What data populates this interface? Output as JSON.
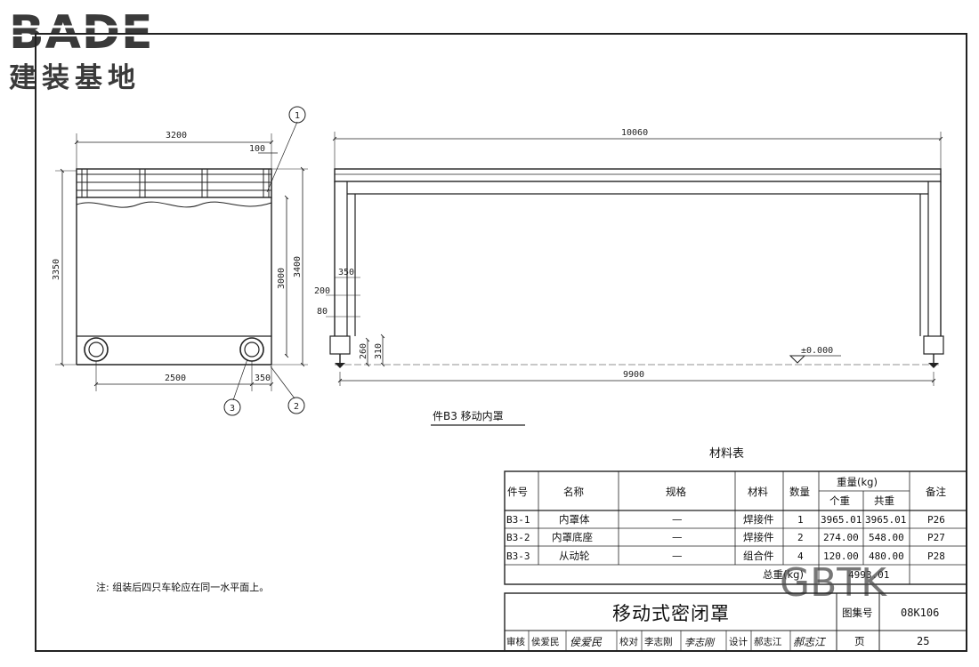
{
  "logo": {
    "latin": "BADE",
    "chinese": "建装基地",
    "color": "#3a3a3a"
  },
  "watermark": "GBTK",
  "drawing": {
    "caption": "件B3 移动内罩",
    "note": "注: 组装后四只车轮应在同一水平面上。",
    "elevation_label": "±0.000",
    "balloons": [
      "1",
      "2",
      "3"
    ],
    "side_view_dims": {
      "top_width": "3200",
      "top_offset": "100",
      "height_outer": "3350",
      "height_inner": "3000",
      "height_right": "3400",
      "bottom_span": "2500",
      "bottom_offset": "350"
    },
    "front_view_dims": {
      "total_length": "10060",
      "wheel_span": "9900",
      "d350": "350",
      "d200": "200",
      "d80": "80",
      "d260": "260",
      "d310": "310"
    }
  },
  "materials": {
    "title": "材料表",
    "headers": {
      "part_no": "件号",
      "name": "名称",
      "spec": "规格",
      "material": "材料",
      "qty": "数量",
      "weight": "重量(kg)",
      "unit": "个重",
      "total": "共重",
      "remark": "备注"
    },
    "rows": [
      {
        "part_no": "B3-1",
        "name": "内罩体",
        "spec": "—",
        "material": "焊接件",
        "qty": "1",
        "unit": "3965.01",
        "total": "3965.01",
        "remark": "P26"
      },
      {
        "part_no": "B3-2",
        "name": "内罩底座",
        "spec": "—",
        "material": "焊接件",
        "qty": "2",
        "unit": "274.00",
        "total": "548.00",
        "remark": "P27"
      },
      {
        "part_no": "B3-3",
        "name": "从动轮",
        "spec": "—",
        "material": "组合件",
        "qty": "4",
        "unit": "120.00",
        "total": "480.00",
        "remark": "P28"
      }
    ],
    "total_label": "总重(kg)",
    "total_value": "4993.01"
  },
  "title_block": {
    "title": "移动式密闭罩",
    "atlas_label": "图集号",
    "atlas_no": "08K106",
    "review_label": "审核",
    "review_name": "侯爱民",
    "review_sign": "侯爱民",
    "check_label": "校对",
    "check_name": "李志刚",
    "check_sign": "李志刚",
    "design_label": "设计",
    "design_name": "郝志江",
    "design_sign": "郝志江",
    "page_label": "页",
    "page_no": "25"
  }
}
